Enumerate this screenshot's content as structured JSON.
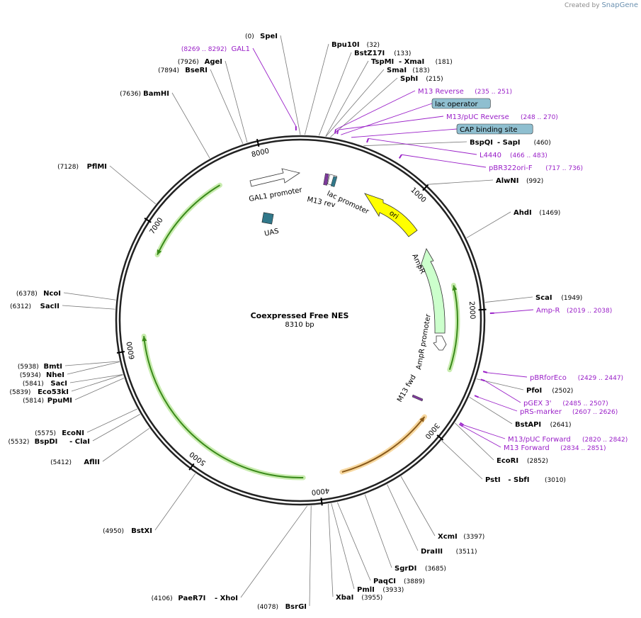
{
  "credit": {
    "prefix": "Created by",
    "brand": "SnapGene"
  },
  "plasmid": {
    "name": "Coexpressed Free NES",
    "length_label": "8310 bp",
    "length": 8310
  },
  "ticks": [
    {
      "bp": 1000,
      "label": "1000"
    },
    {
      "bp": 2000,
      "label": "2000"
    },
    {
      "bp": 3000,
      "label": "3000"
    },
    {
      "bp": 4000,
      "label": "4000"
    },
    {
      "bp": 5000,
      "label": "5000"
    },
    {
      "bp": 6000,
      "label": "6000"
    },
    {
      "bp": 7000,
      "label": "7000"
    },
    {
      "bp": 8000,
      "label": "8000"
    }
  ],
  "enzymes": [
    {
      "name": "SpeI",
      "pos": "(0)",
      "bp": 0
    },
    {
      "name": "Bpu10I",
      "pos": "(32)",
      "bp": 32
    },
    {
      "name": "BstZ17I",
      "pos": "(133)",
      "bp": 133
    },
    {
      "name": "TspMI",
      "extra": "- XmaI",
      "pos": "(181)",
      "bp": 181
    },
    {
      "name": "SmaI",
      "pos": "(183)",
      "bp": 183
    },
    {
      "name": "SphI",
      "pos": "(215)",
      "bp": 215
    },
    {
      "name": "BspQI",
      "extra": "- SapI",
      "pos": "(460)",
      "bp": 460
    },
    {
      "name": "AlwNI",
      "pos": "(992)",
      "bp": 992
    },
    {
      "name": "AhdI",
      "pos": "(1469)",
      "bp": 1469
    },
    {
      "name": "ScaI",
      "pos": "(1949)",
      "bp": 1949
    },
    {
      "name": "PfoI",
      "pos": "(2502)",
      "bp": 2502
    },
    {
      "name": "BstAPI",
      "pos": "(2641)",
      "bp": 2641
    },
    {
      "name": "EcoRI",
      "pos": "(2852)",
      "bp": 2852
    },
    {
      "name": "PstI",
      "extra": "- SbfI",
      "pos": "(3010)",
      "bp": 3010
    },
    {
      "name": "XcmI",
      "pos": "(3397)",
      "bp": 3397
    },
    {
      "name": "DraIII",
      "pos": "(3511)",
      "bp": 3511
    },
    {
      "name": "SgrDI",
      "pos": "(3685)",
      "bp": 3685
    },
    {
      "name": "PaqCI",
      "pos": "(3889)",
      "bp": 3889
    },
    {
      "name": "PmlI",
      "pos": "(3933)",
      "bp": 3933
    },
    {
      "name": "XbaI",
      "pos": "(3955)",
      "bp": 3955
    },
    {
      "name": "BsrGI",
      "pos": "(4078)",
      "bp": 4078
    },
    {
      "name": "PaeR7I",
      "extra": "- XhoI",
      "pos": "(4106)",
      "bp": 4106
    },
    {
      "name": "BstXI",
      "pos": "(4950)",
      "bp": 4950
    },
    {
      "name": "AflII",
      "pos": "(5412)",
      "bp": 5412
    },
    {
      "name": "BspDI",
      "extra": "- ClaI",
      "pos": "(5532)",
      "bp": 5532
    },
    {
      "name": "EcoNI",
      "pos": "(5575)",
      "bp": 5575
    },
    {
      "name": "PpuMI",
      "pos": "(5814)",
      "bp": 5814
    },
    {
      "name": "Eco53kI",
      "pos": "(5839)",
      "bp": 5839
    },
    {
      "name": "SacI",
      "pos": "(5841)",
      "bp": 5841
    },
    {
      "name": "NheI",
      "pos": "(5934)",
      "bp": 5934
    },
    {
      "name": "BmtI",
      "pos": "(5938)",
      "bp": 5938
    },
    {
      "name": "SacII",
      "pos": "(6312)",
      "bp": 6312
    },
    {
      "name": "NcoI",
      "pos": "(6378)",
      "bp": 6378
    },
    {
      "name": "PflMI",
      "pos": "(7128)",
      "bp": 7128
    },
    {
      "name": "BamHI",
      "pos": "(7636)",
      "bp": 7636
    },
    {
      "name": "BseRI",
      "pos": "(7894)",
      "bp": 7894
    },
    {
      "name": "AgeI",
      "pos": "(7926)",
      "bp": 7926
    }
  ],
  "primers": [
    {
      "name": "GAL1",
      "range": "(8269 .. 8292)",
      "bp": 8280
    },
    {
      "name": "M13 Reverse",
      "range": "(235 .. 251)",
      "bp": 243
    },
    {
      "name": "M13/pUC Reverse",
      "range": "(248 .. 270)",
      "bp": 259
    },
    {
      "name": "L4440",
      "range": "(466 .. 483)",
      "bp": 474
    },
    {
      "name": "pBR322ori-F",
      "range": "(717 .. 736)",
      "bp": 726
    },
    {
      "name": "Amp-R",
      "range": "(2019 .. 2038)",
      "bp": 2028
    },
    {
      "name": "pBRforEco",
      "range": "(2429 .. 2447)",
      "bp": 2438
    },
    {
      "name": "pGEX 3'",
      "range": "(2485 .. 2507)",
      "bp": 2496
    },
    {
      "name": "pRS-marker",
      "range": "(2607 .. 2626)",
      "bp": 2616
    },
    {
      "name": "M13/pUC Forward",
      "range": "(2820 .. 2842)",
      "bp": 2831
    },
    {
      "name": "M13 Forward",
      "range": "(2834 .. 2851)",
      "bp": 2842
    }
  ],
  "boxed_features": [
    {
      "name": "lac operator",
      "bp": 285,
      "color": "#8fbfd0"
    },
    {
      "name": "CAP binding site",
      "bp": 360,
      "color": "#8fbfd0"
    }
  ],
  "inner_features": [
    {
      "name": "GAL1 promoter",
      "type": "promoter"
    },
    {
      "name": "M13 rev",
      "type": "primer_bind"
    },
    {
      "name": "lac promoter",
      "type": "promoter"
    },
    {
      "name": "ori",
      "type": "origin",
      "color": "#ffff00"
    },
    {
      "name": "AmpR",
      "type": "cds",
      "color": "#ccffcc"
    },
    {
      "name": "AmpR promoter",
      "type": "promoter"
    },
    {
      "name": "M13 fwd",
      "type": "primer_bind"
    },
    {
      "name": "UAS",
      "type": "misc",
      "color": "#31788a"
    }
  ],
  "orf_arcs": [
    {
      "from": 1780,
      "to": 2500,
      "color": "#3a8a1a",
      "glow": "#c9ecb0",
      "direction": "rev"
    },
    {
      "from": 2950,
      "to": 3800,
      "color": "#8a5a1a",
      "glow": "#f7d8a0",
      "direction": "rev"
    },
    {
      "from": 4130,
      "to": 6100,
      "color": "#3a8a1a",
      "glow": "#c9ecb0",
      "direction": "rev_ccw"
    },
    {
      "from": 6800,
      "to": 7600,
      "color": "#3a8a1a",
      "glow": "#c9ecb0",
      "direction": "ccw"
    }
  ]
}
